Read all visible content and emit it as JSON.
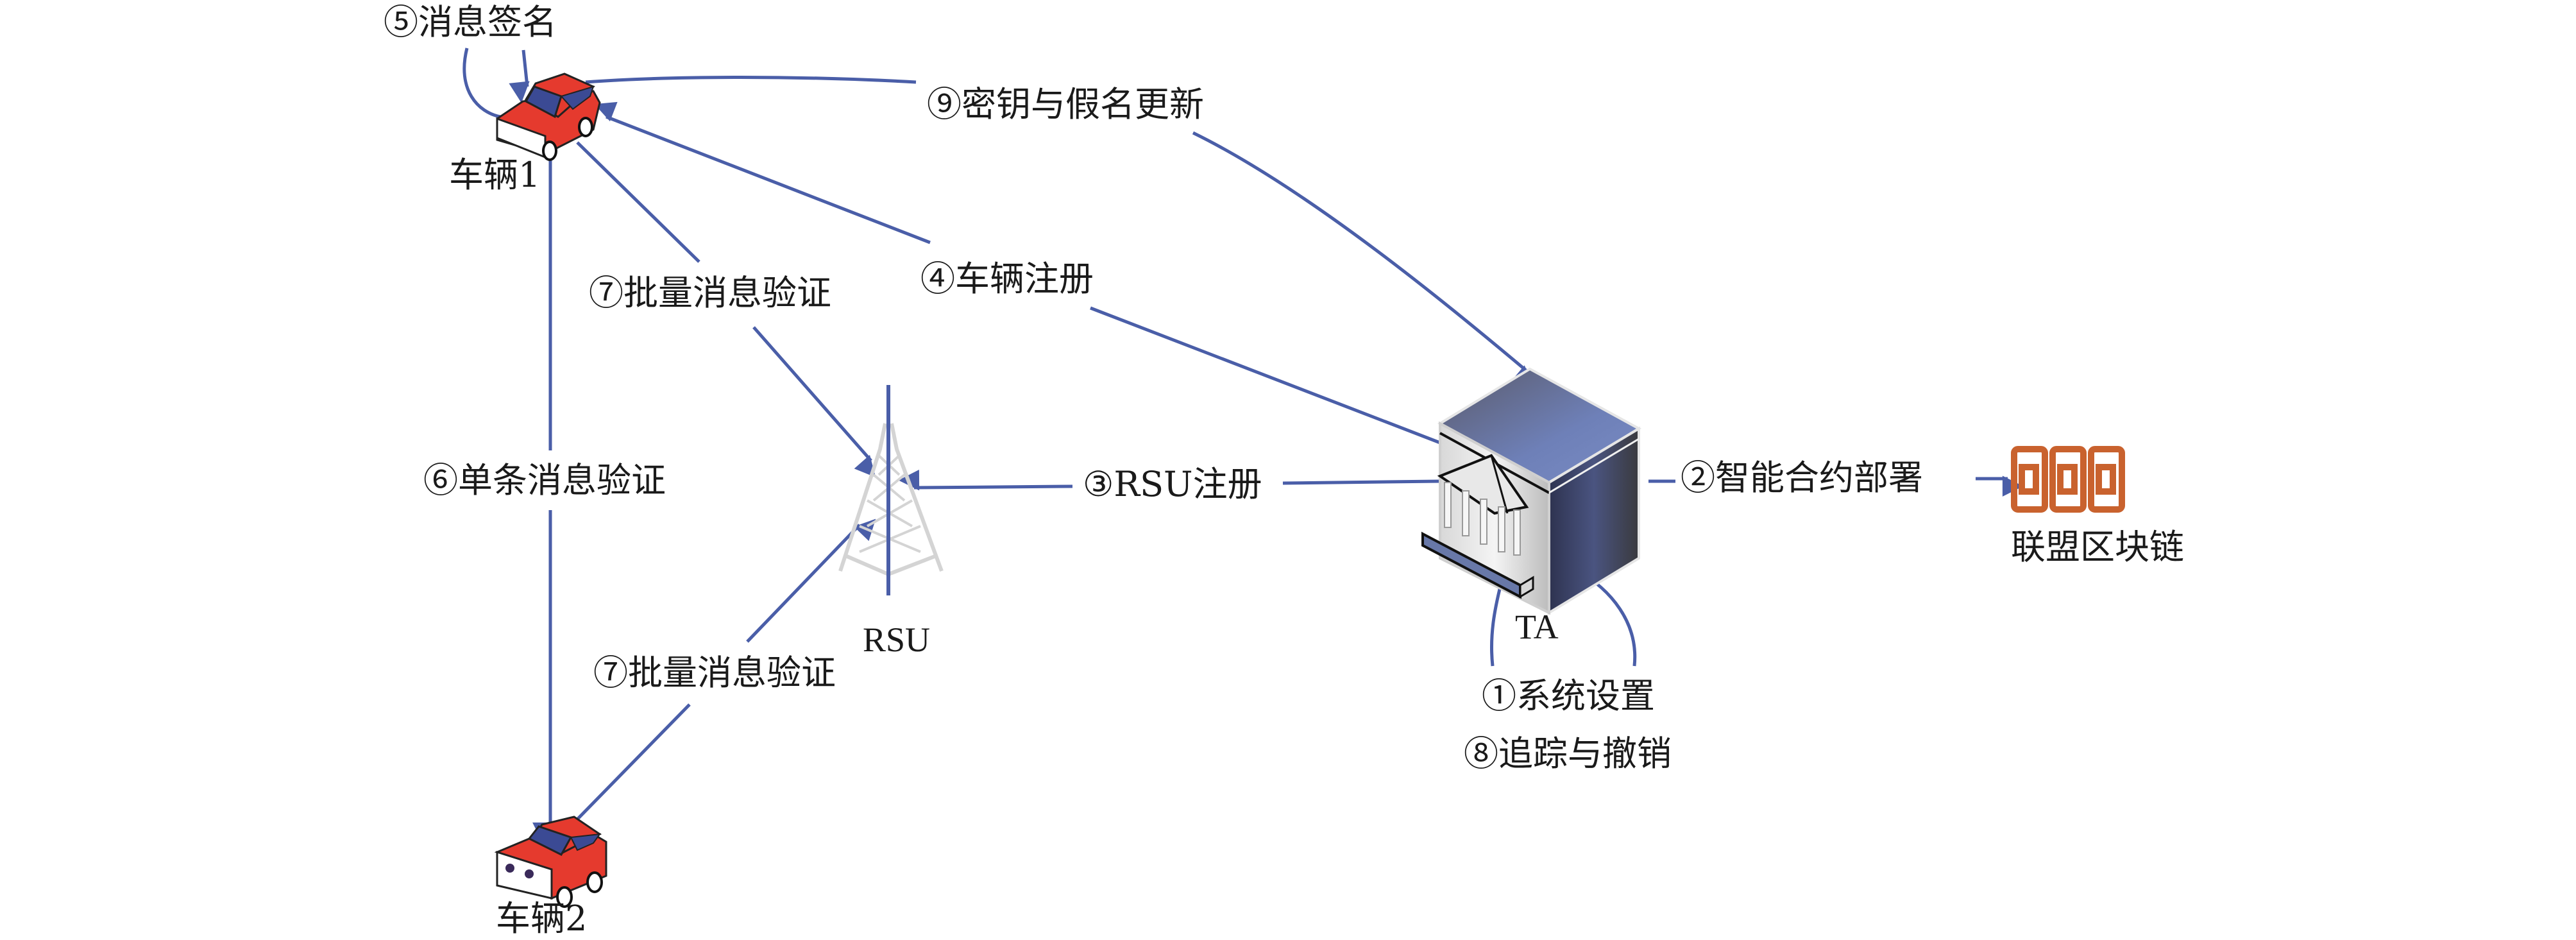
{
  "colors": {
    "arrow": "#4a5ea8",
    "car_body": "#e53a2e",
    "car_window": "#3b4a94",
    "blockchain": "#c9622e",
    "tower": "#d4d4d4",
    "building_top": "#6878a8",
    "building_side": "#3a3e5a",
    "text": "#1a1a1a"
  },
  "nodes": {
    "vehicle1": {
      "label": "车辆1",
      "icon": "car-icon"
    },
    "vehicle2": {
      "label": "车辆2",
      "icon": "car-icon"
    },
    "rsu": {
      "label": "RSU",
      "icon": "radio-tower-icon"
    },
    "ta": {
      "label": "TA",
      "icon": "government-building-icon"
    },
    "blockchain": {
      "label": "联盟区块链",
      "icon": "blockchain-icon"
    }
  },
  "steps": {
    "s1": "①系统设置",
    "s2": "②智能合约部署",
    "s3": "③RSU注册",
    "s4": "④车辆注册",
    "s5": "⑤消息签名",
    "s6": "⑥单条消息验证",
    "s7a": "⑦批量消息验证",
    "s7b": "⑦批量消息验证",
    "s8": "⑧追踪与撤销",
    "s9": "⑨密钥与假名更新"
  }
}
